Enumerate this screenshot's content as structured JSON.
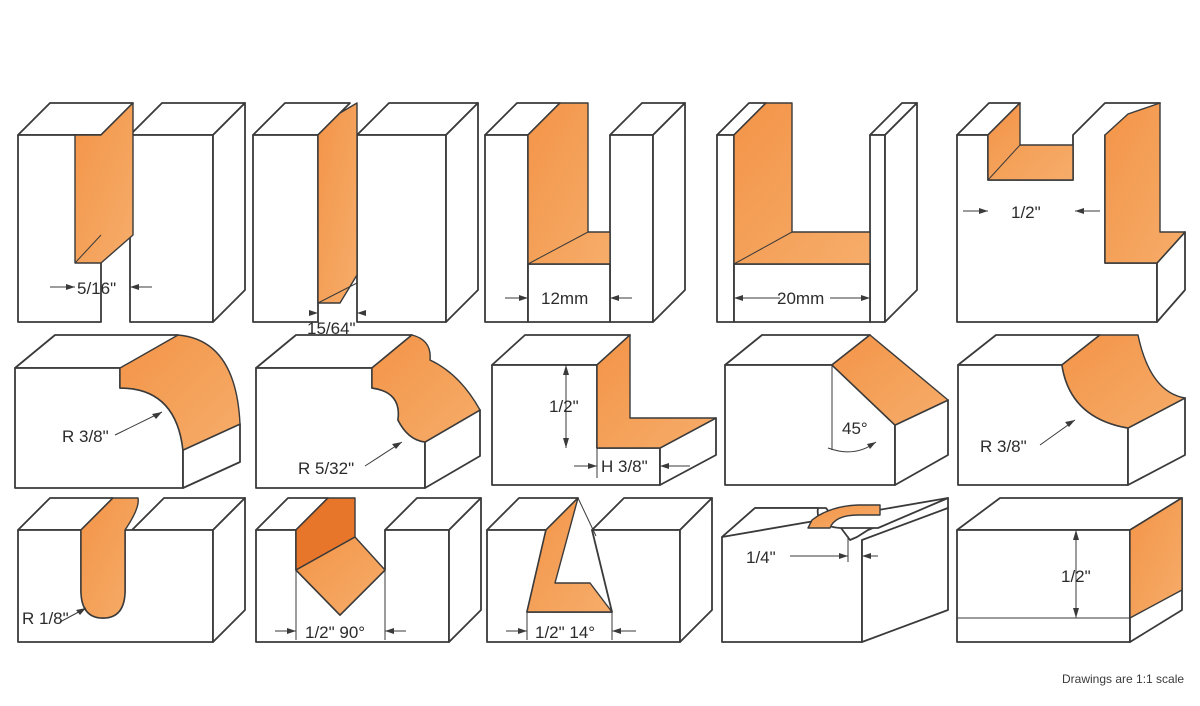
{
  "profiles": [
    {
      "label": "5/16\""
    },
    {
      "label": "15/64\""
    },
    {
      "label": "12mm"
    },
    {
      "label": "20mm"
    },
    {
      "label": "1/2\""
    },
    {
      "label": "R 3/8\""
    },
    {
      "label": "R 5/32\""
    },
    {
      "label": "1/2\"",
      "label2": "H 3/8\""
    },
    {
      "label": "45°"
    },
    {
      "label": "R 3/8\""
    },
    {
      "label": "R 1/8\""
    },
    {
      "label": "1/2\" 90°"
    },
    {
      "label": "1/2\" 14°"
    },
    {
      "label": "1/4\""
    },
    {
      "label": "1/2\""
    }
  ],
  "footnote": "Drawings are 1:1 scale",
  "colors": {
    "accent": "#f08a3c",
    "accent_light": "#f7a35c",
    "line": "#3a3a3a"
  }
}
